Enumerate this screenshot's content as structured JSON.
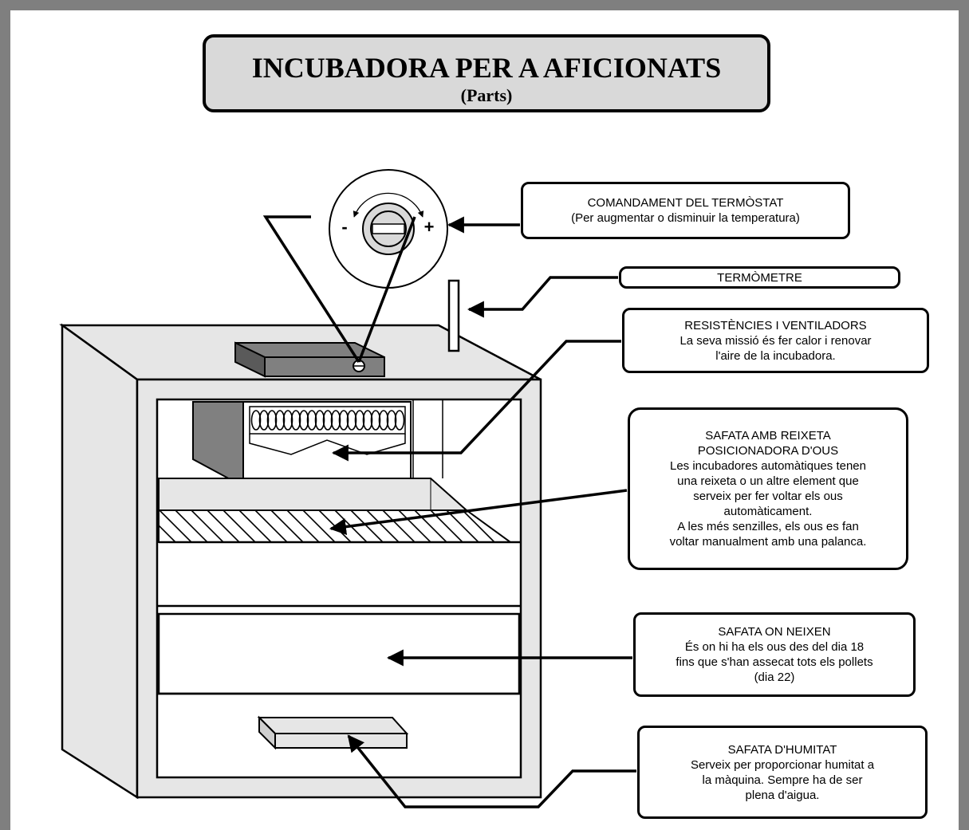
{
  "title": {
    "main": "INCUBADORA PER A AFICIONATS",
    "sub": "(Parts)"
  },
  "dial": {
    "minus": "-",
    "plus": "+"
  },
  "labels": {
    "thermostat": {
      "heading": "COMANDAMENT DEL TERMÒSTAT",
      "lines": [
        "(Per augmentar o disminuir la temperatura)"
      ]
    },
    "thermometer": {
      "heading": "TERMÒMETRE"
    },
    "heaters": {
      "heading": "RESISTÈNCIES I VENTILADORS",
      "lines": [
        "La seva missió és fer calor i renovar",
        "l'aire de la incubadora."
      ]
    },
    "tray_grid": {
      "heading": "SAFATA AMB REIXETA",
      "lines": [
        "POSICIONADORA D'OUS",
        "Les incubadores automàtiques tenen",
        "una reixeta o un altre element que",
        "serveix per fer voltar els ous",
        "automàticament.",
        "A les més senzilles, els ous es fan",
        "voltar manualment amb una palanca."
      ]
    },
    "hatch_tray": {
      "heading": "SAFATA ON NEIXEN",
      "lines": [
        "És on hi ha els ous des del dia 18",
        "fins que s'han assecat tots els pollets",
        "(dia 22)"
      ]
    },
    "humidity_tray": {
      "heading": "SAFATA D'HUMITAT",
      "lines": [
        "Serveix per proporcionar humitat a",
        "la màquina. Sempre ha de ser",
        "plena d'aigua."
      ]
    }
  },
  "colors": {
    "page_border": "#7f7f7f",
    "title_fill": "#d9d9d9",
    "cabinet_fill": "#e6e6e6",
    "dark_part": "#808080"
  }
}
